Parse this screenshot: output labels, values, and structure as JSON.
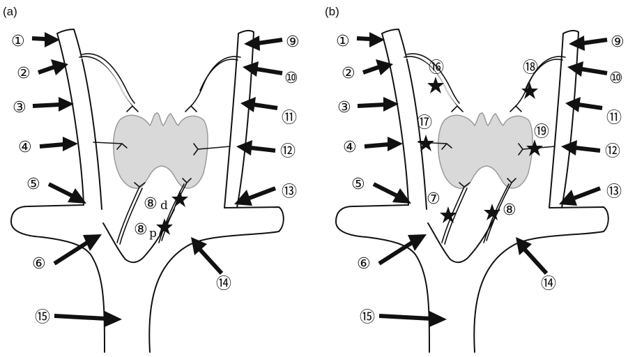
{
  "panels": [
    {
      "id": "a",
      "label": "(a)",
      "numbers": [
        "①",
        "②",
        "③",
        "④",
        "⑤",
        "⑥",
        "⑨",
        "⑩",
        "⑪",
        "⑫",
        "⑬",
        "⑭",
        "⑮"
      ],
      "stars": [
        {
          "label": "⑧",
          "suffix": "d"
        },
        {
          "label": "⑧",
          "suffix": "p"
        }
      ]
    },
    {
      "id": "b",
      "label": "(b)",
      "numbers": [
        "①",
        "②",
        "③",
        "④",
        "⑤",
        "⑥",
        "⑨",
        "⑩",
        "⑪",
        "⑫",
        "⑬",
        "⑭",
        "⑮"
      ],
      "stars": [
        {
          "label": "⑯"
        },
        {
          "label": "⑰"
        },
        {
          "label": "⑦"
        },
        {
          "label": "⑧"
        },
        {
          "label": "⑱"
        },
        {
          "label": "⑲"
        }
      ]
    }
  ],
  "colors": {
    "line": "#111111",
    "thyroid_fill": "#d9d9d9",
    "thyroid_edge": "#9a9a9a",
    "background": "#ffffff"
  }
}
